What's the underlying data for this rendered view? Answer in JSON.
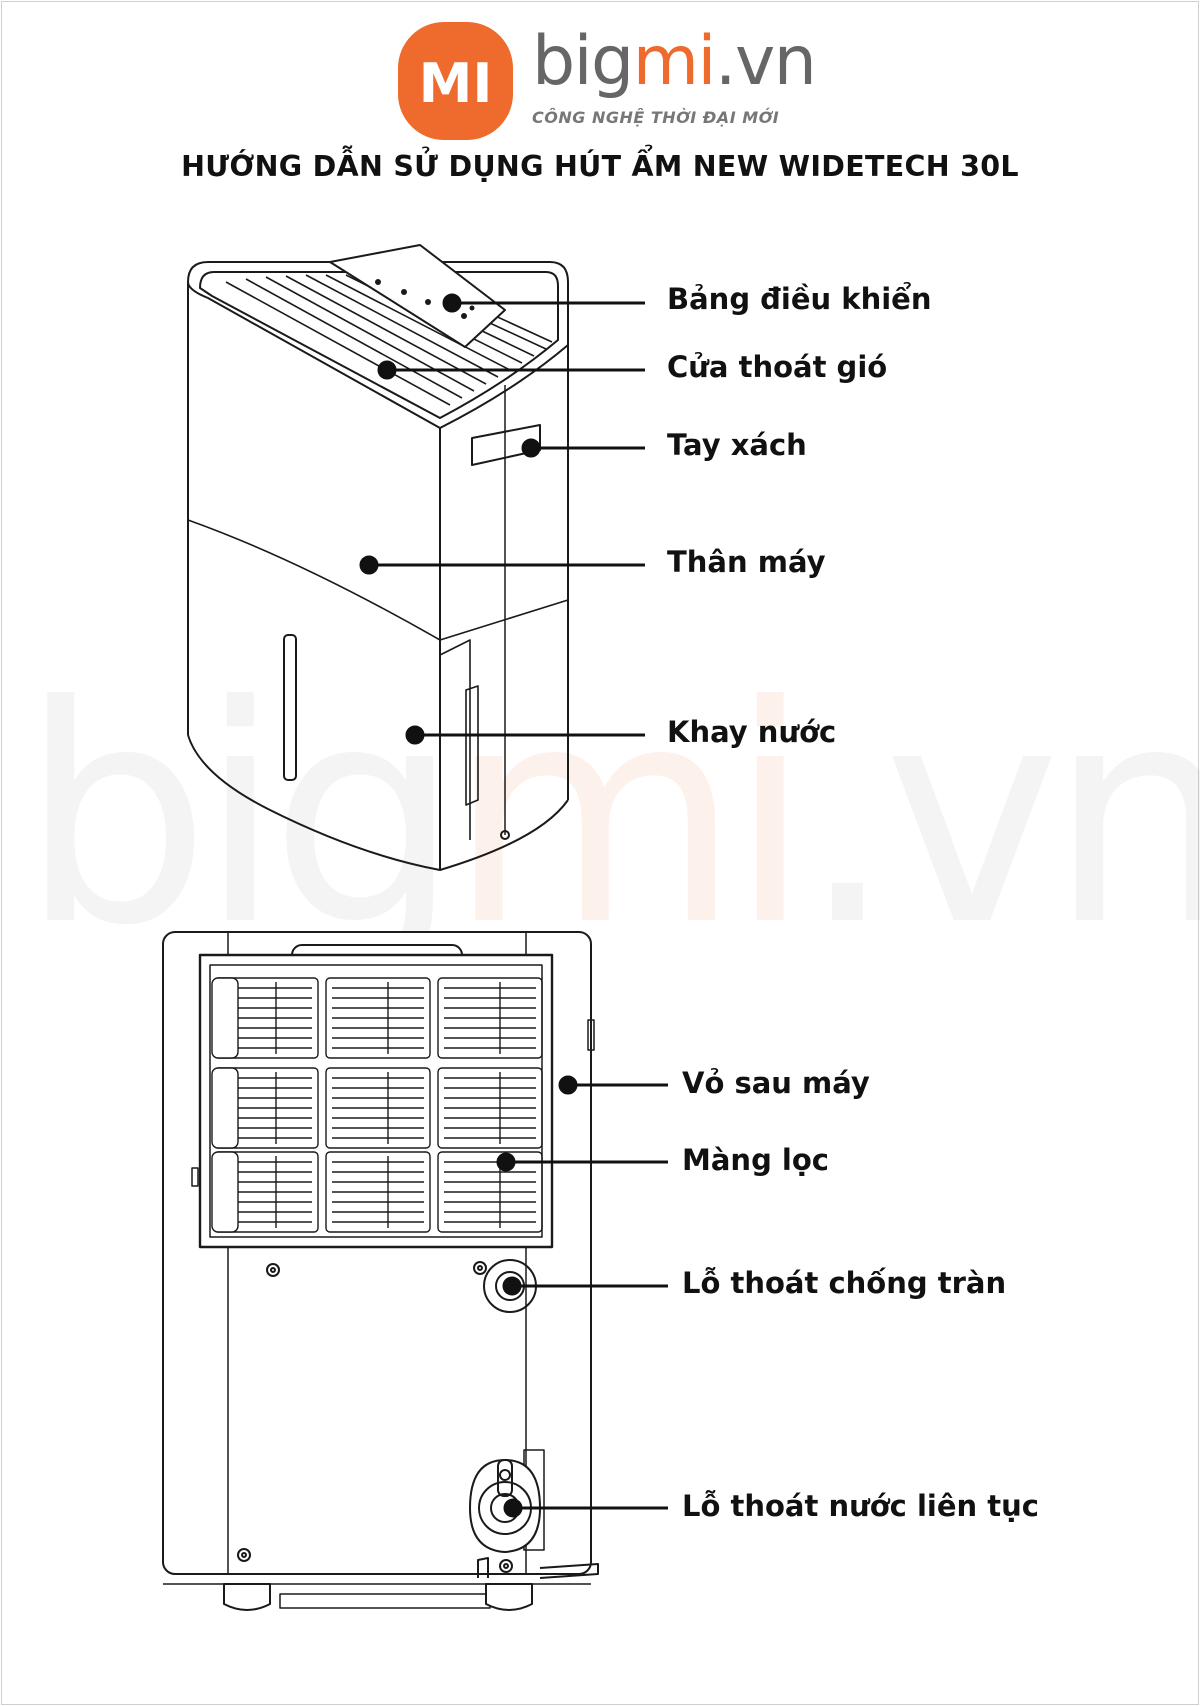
{
  "brand": {
    "logo_text": "MI",
    "name_prefix": "big",
    "name_accent": "mi",
    "name_suffix": ".vn",
    "tagline": "CÔNG NGHỆ THỜI ĐẠI MỚI",
    "watermark": "bigmi.vn",
    "colors": {
      "accent": "#ee6b2d",
      "text_gray": "#666666"
    }
  },
  "title": "HƯỚNG DẪN SỬ DỤNG HÚT ẨM NEW WIDETECH 30L",
  "labels": {
    "control_panel": "Bảng điều khiển",
    "air_outlet": "Cửa thoát gió",
    "handle": "Tay xách",
    "body": "Thân máy",
    "water_tank": "Khay nước",
    "back_cover": "Vỏ sau máy",
    "filter": "Màng lọc",
    "overflow_drain": "Lỗ thoát chống tràn",
    "continuous_drain": "Lỗ thoát nước liên tục"
  }
}
